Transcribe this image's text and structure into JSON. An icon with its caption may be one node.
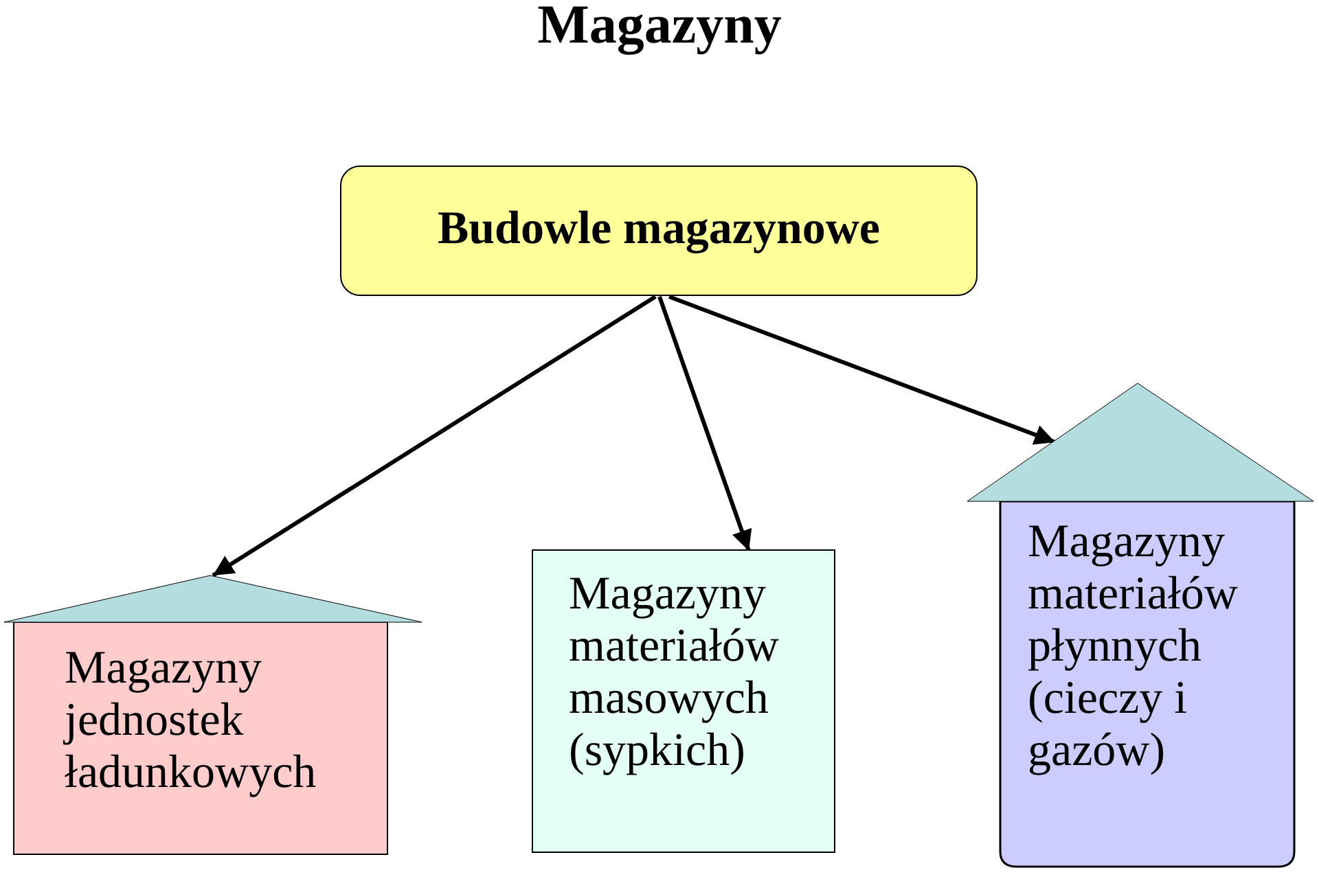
{
  "diagram": {
    "title": "Magazyny",
    "nodes": [
      {
        "text": [
          "Budowle magazynowe"
        ]
      },
      {
        "text": [
          "Magazyny jednostek ładunkowych"
        ]
      },
      {
        "text": [
          "Magazyny materiałów masowych (sypkich)"
        ]
      },
      {
        "text": [
          "Magazyny materiałów płynnych (cieczy i gazów)"
        ]
      }
    ],
    "edges": [
      {
        "from": 0,
        "to": 1,
        "arrow": "to"
      },
      {
        "from": 0,
        "to": 2,
        "arrow": "to"
      },
      {
        "from": 0,
        "to": 3,
        "arrow": "to"
      }
    ]
  }
}
